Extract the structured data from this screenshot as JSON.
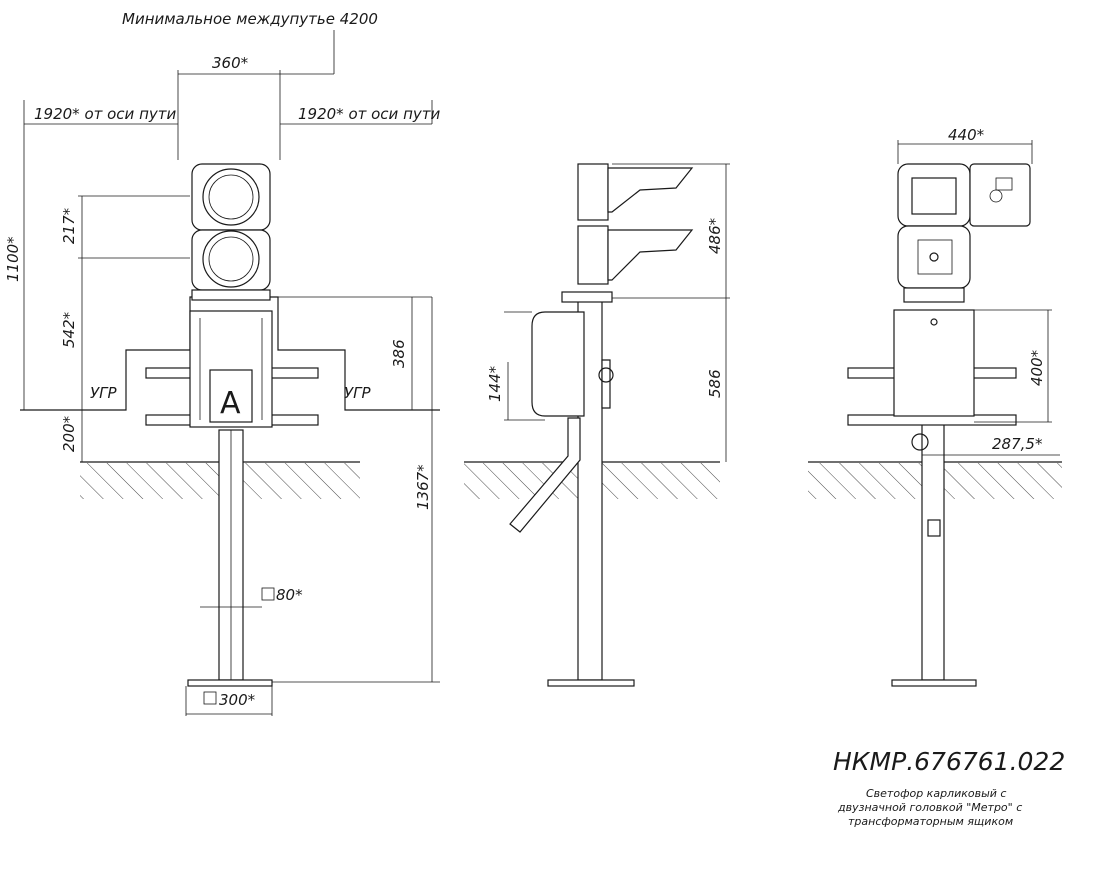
{
  "top_note": "Минимальное междупутье 4200",
  "dims": {
    "d360": "360*",
    "d1920_left": "1920* от оси пути",
    "d1920_right": "1920* от оси пути",
    "d1100": "1100*",
    "d217": "217*",
    "d542": "542*",
    "d386": "386",
    "d200": "200*",
    "d1367": "1367*",
    "d80": "80*",
    "d300": "300*",
    "d486": "486*",
    "d586": "586",
    "d144": "144*",
    "d440": "440*",
    "d400": "400*",
    "d287": "287,5*"
  },
  "labels": {
    "ugr_left": "УГР",
    "ugr_right": "УГР",
    "plate_letter": "А"
  },
  "title_block": {
    "code": "НКМР.676761.022",
    "desc_1": "Светофор карликовый с",
    "desc_2": "двузначной  головкой \"Метро\" с",
    "desc_3": "трансформаторным ящиком"
  }
}
